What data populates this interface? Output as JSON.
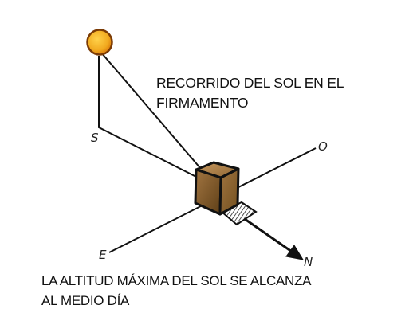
{
  "diagram": {
    "title": {
      "line1": "RECORRIDO DEL SOL EN EL",
      "line2": "FIRMAMENTO"
    },
    "caption": {
      "line1": "LA ALTITUD MÁXIMA DEL SOL SE ALCANZA",
      "line2": "AL MEDIO DÍA"
    },
    "directions": {
      "south": "S",
      "west": "O",
      "east": "E",
      "north": "N"
    },
    "colors": {
      "sun_fill": "#f1a91f",
      "sun_stroke": "#7a3a05",
      "cube_top": "#a47a45",
      "cube_front": "#6b4a1f",
      "cube_side": "#8d6530",
      "line": "#111111"
    },
    "icons": {
      "sun": "sun-icon",
      "house": "cube-house-icon",
      "shadow": "hatched-shadow-icon",
      "arrow": "north-arrow-icon"
    }
  }
}
